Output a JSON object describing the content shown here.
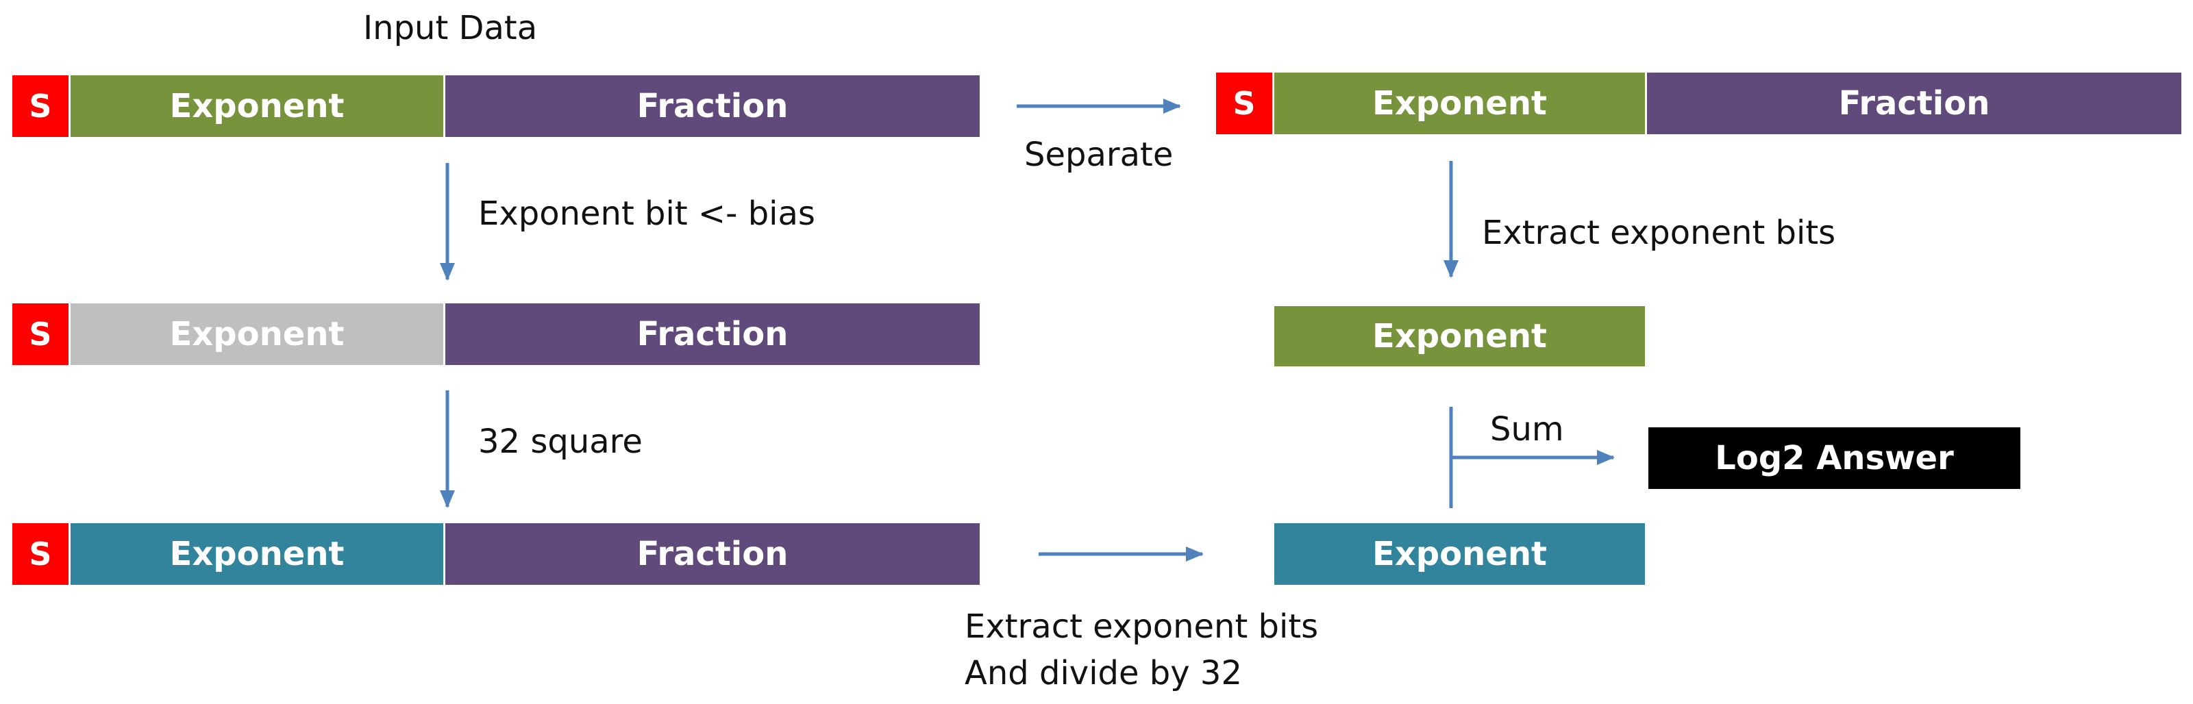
{
  "colors": {
    "sign": "#ff0000",
    "exponent_green": "#77933c",
    "exponent_gray": "#bfbfbf",
    "exponent_teal": "#31849b",
    "fraction": "#604a7b",
    "answer": "#000000",
    "arrow": "#4f81bd",
    "text": "#111111"
  },
  "labels": {
    "input_data": "Input Data",
    "separate": "Separate",
    "exponent_bias": "Exponent bit <- bias",
    "extract_exponent_bits": "Extract exponent bits",
    "square": "32 square",
    "sum": "Sum",
    "extract_divide_line1": "Extract exponent bits",
    "extract_divide_line2": "And divide by 32"
  },
  "row1": {
    "sign": "S",
    "exponent": "Exponent",
    "fraction": "Fraction"
  },
  "row1_right": {
    "sign": "S",
    "exponent": "Exponent",
    "fraction": "Fraction"
  },
  "row2": {
    "sign": "S",
    "exponent": "Exponent",
    "fraction": "Fraction"
  },
  "row2_right": {
    "exponent": "Exponent"
  },
  "row3": {
    "sign": "S",
    "exponent": "Exponent",
    "fraction": "Fraction"
  },
  "row3_right": {
    "exponent": "Exponent"
  },
  "answer": "Log2 Answer"
}
